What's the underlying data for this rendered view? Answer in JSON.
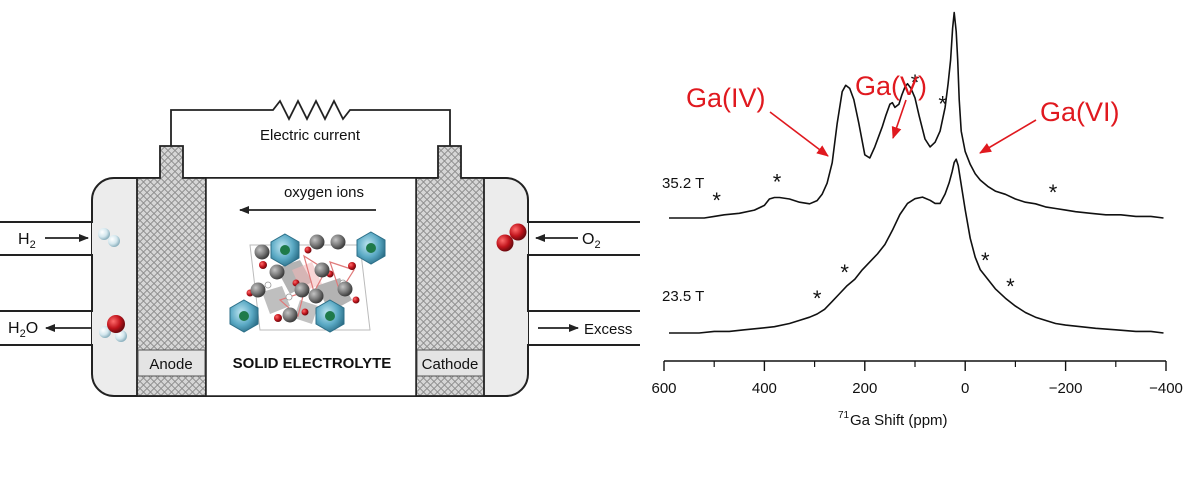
{
  "fuel_cell": {
    "circuit_label": "Electric current",
    "ion_flow_label": "oxygen ions",
    "electrolyte_label": "SOLID ELECTROLYTE",
    "anode_label": "Anode",
    "cathode_label": "Cathode",
    "inputs": {
      "h2": {
        "base": "H",
        "sub": "2"
      },
      "o2": {
        "base": "O",
        "sub": "2"
      }
    },
    "outputs": {
      "h2o": {
        "pre": "H",
        "sub": "2",
        "post": "O"
      },
      "excess": "Excess"
    },
    "colors": {
      "electrolyte_octahedra": "#5aa9c4",
      "oxygen_molecule": "#c0141c",
      "hydrogen_molecule": "#cfe3ea",
      "gray_atom": "#7a7a7a",
      "electrode_hatch": "#9a9a9a"
    }
  },
  "nmr": {
    "xlabel": {
      "sup": "71",
      "text": "Ga Shift (ppm)"
    },
    "xlim": [
      600,
      -400
    ],
    "ticks": [
      "600",
      "400",
      "200",
      "0",
      "−200",
      "−400"
    ],
    "annotation_color": "#e0191f",
    "annotations": [
      "Ga(IV)",
      "Ga(V)",
      "Ga(VI)"
    ],
    "series_labels": [
      "35.2 T",
      "23.5 T"
    ],
    "star_symbol": "*"
  },
  "chart_data": {
    "type": "line",
    "title": "",
    "xlabel": "71Ga Shift (ppm)",
    "ylabel": "",
    "xlim": [
      600,
      -400
    ],
    "x_reversed": true,
    "y_axis_shown": false,
    "grid": false,
    "series": [
      {
        "name": "35.2 T",
        "x": [
          590,
          560,
          520,
          500,
          480,
          450,
          420,
          400,
          390,
          380,
          370,
          350,
          330,
          310,
          295,
          285,
          275,
          265,
          255,
          245,
          238,
          230,
          222,
          212,
          200,
          190,
          180,
          172,
          165,
          158,
          150,
          145,
          140,
          132,
          126,
          120,
          115,
          108,
          100,
          92,
          80,
          70,
          60,
          50,
          40,
          34,
          29,
          25,
          22,
          18,
          15,
          12,
          8,
          0,
          -10,
          -20,
          -30,
          -45,
          -60,
          -80,
          -100,
          -120,
          -140,
          -160,
          -180,
          -200,
          -220,
          -250,
          -280,
          -310,
          -340,
          -370,
          -395
        ],
        "y": [
          0.0,
          0.0,
          0.0,
          0.01,
          0.02,
          0.03,
          0.05,
          0.08,
          0.12,
          0.13,
          0.13,
          0.12,
          0.1,
          0.09,
          0.11,
          0.15,
          0.22,
          0.35,
          0.6,
          0.8,
          0.84,
          0.82,
          0.75,
          0.6,
          0.4,
          0.38,
          0.45,
          0.52,
          0.58,
          0.65,
          0.72,
          0.73,
          0.7,
          0.72,
          0.78,
          0.83,
          0.85,
          0.82,
          0.76,
          0.65,
          0.5,
          0.45,
          0.48,
          0.55,
          0.7,
          0.85,
          1.0,
          1.2,
          1.3,
          1.18,
          1.0,
          0.75,
          0.55,
          0.42,
          0.34,
          0.28,
          0.24,
          0.2,
          0.17,
          0.15,
          0.12,
          0.1,
          0.09,
          0.07,
          0.06,
          0.05,
          0.04,
          0.03,
          0.02,
          0.02,
          0.01,
          0.01,
          0.0
        ]
      },
      {
        "name": "23.5 T",
        "x": [
          590,
          560,
          530,
          500,
          470,
          440,
          410,
          380,
          350,
          330,
          310,
          295,
          280,
          265,
          250,
          235,
          220,
          205,
          190,
          175,
          160,
          145,
          130,
          115,
          100,
          85,
          70,
          60,
          50,
          40,
          32,
          26,
          22,
          18,
          14,
          10,
          5,
          0,
          -10,
          -20,
          -30,
          -45,
          -60,
          -80,
          -100,
          -120,
          -140,
          -160,
          -180,
          -200,
          -230,
          -260,
          -300,
          -340,
          -370,
          -395
        ],
        "y": [
          0.0,
          0.0,
          0.0,
          0.01,
          0.01,
          0.02,
          0.03,
          0.04,
          0.06,
          0.08,
          0.1,
          0.12,
          0.15,
          0.2,
          0.25,
          0.3,
          0.34,
          0.4,
          0.45,
          0.5,
          0.56,
          0.65,
          0.75,
          0.82,
          0.85,
          0.86,
          0.84,
          0.82,
          0.82,
          0.88,
          0.95,
          1.02,
          1.08,
          1.1,
          1.06,
          0.98,
          0.88,
          0.78,
          0.6,
          0.48,
          0.4,
          0.34,
          0.28,
          0.22,
          0.17,
          0.13,
          0.1,
          0.08,
          0.06,
          0.05,
          0.04,
          0.03,
          0.02,
          0.01,
          0.01,
          0.0
        ]
      }
    ],
    "spinning_sidebands": {
      "35.2 T": [
        495,
        375,
        100,
        45,
        -175
      ],
      "23.5 T": [
        295,
        240,
        -40,
        -90
      ]
    },
    "annotations": [
      {
        "text": "Ga(IV)",
        "points_to_ppm": 230
      },
      {
        "text": "Ga(V)",
        "points_to_ppm": 130
      },
      {
        "text": "Ga(VI)",
        "points_to_ppm": 15
      }
    ]
  }
}
